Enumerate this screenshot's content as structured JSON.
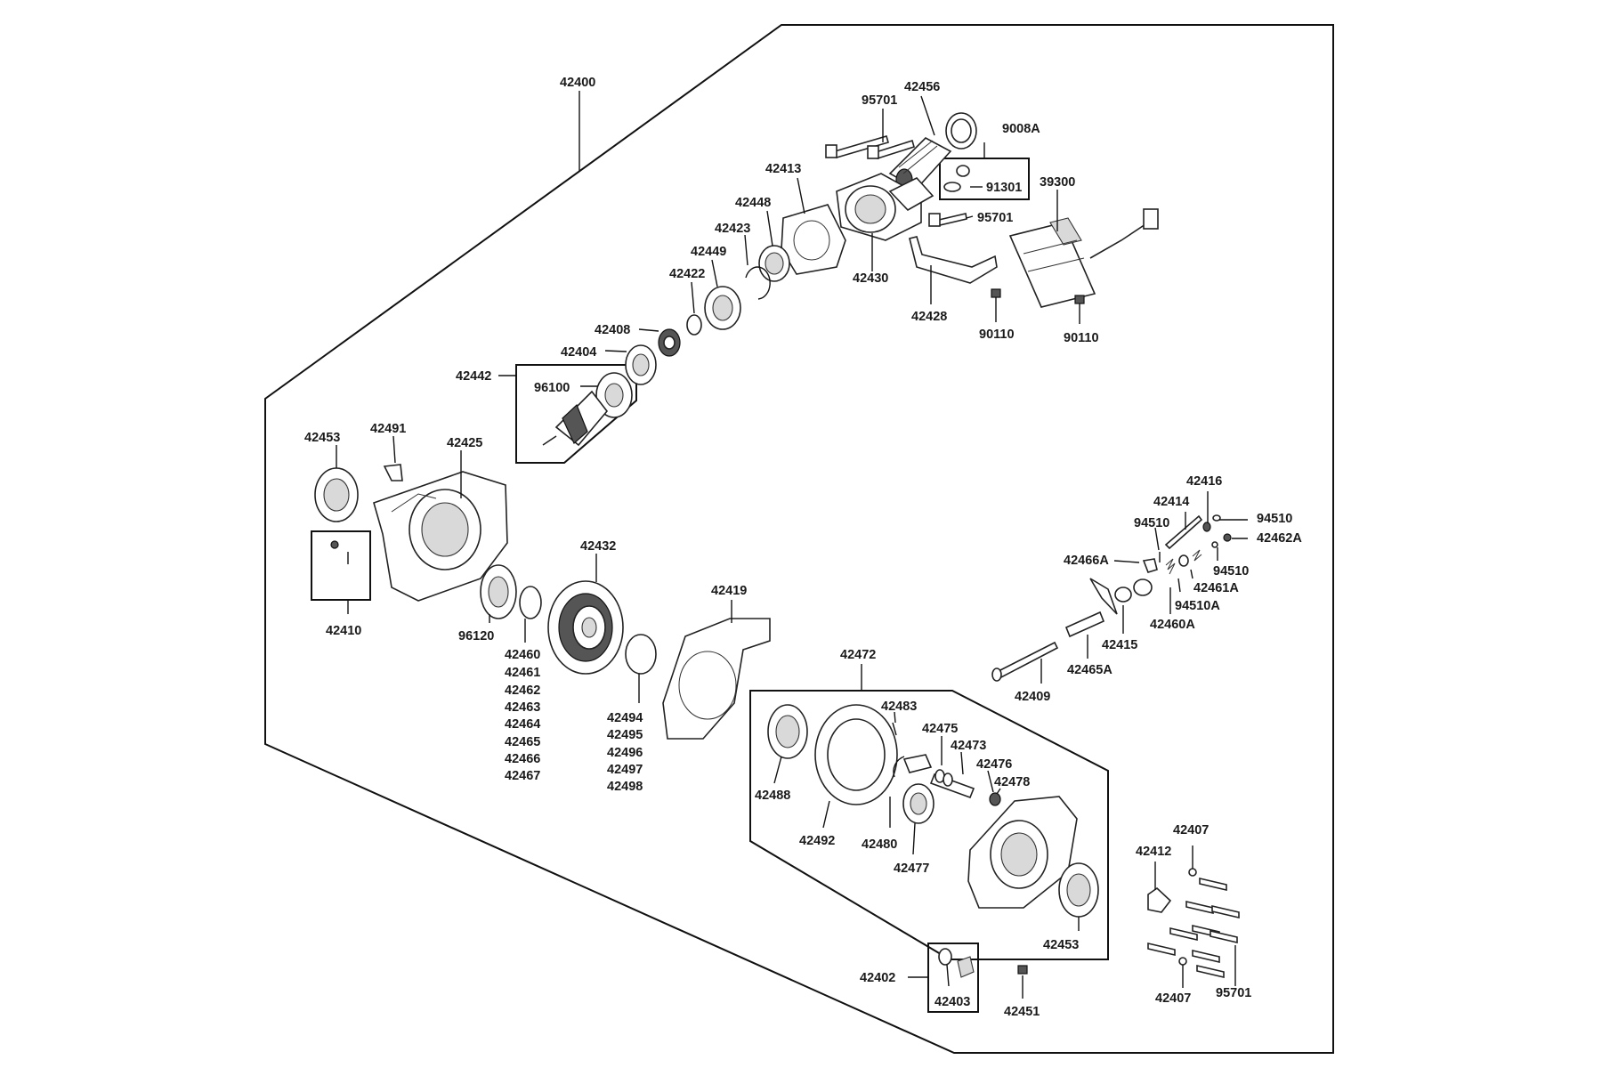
{
  "labels": {
    "l42400": "42400",
    "l42456": "42456",
    "l95701a": "95701",
    "l9008A": "9008A",
    "l91301": "91301",
    "l39300": "39300",
    "l42413": "42413",
    "l95701b": "95701",
    "l42448": "42448",
    "l42423": "42423",
    "l42449": "42449",
    "l42430": "42430",
    "l42422": "42422",
    "l42428": "42428",
    "l90110a": "90110",
    "l90110b": "90110",
    "l42408": "42408",
    "l42404": "42404",
    "l42442": "42442",
    "l96100": "96100",
    "l42453a": "42453",
    "l42491": "42491",
    "l42425": "42425",
    "l42410": "42410",
    "l42432": "42432",
    "l96120": "96120",
    "l42460": "42460",
    "l42461": "42461",
    "l42462": "42462",
    "l42463": "42463",
    "l42464": "42464",
    "l42465": "42465",
    "l42466": "42466",
    "l42467": "42467",
    "l42419": "42419",
    "l42494": "42494",
    "l42495": "42495",
    "l42496": "42496",
    "l42497": "42497",
    "l42498": "42498",
    "l42416": "42416",
    "l42414": "42414",
    "l94510a": "94510",
    "l94510b": "94510",
    "l42462A": "42462A",
    "l94510c": "94510",
    "l42466A": "42466A",
    "l42461A": "42461A",
    "l94510A": "94510A",
    "l42460A": "42460A",
    "l42415": "42415",
    "l42465A": "42465A",
    "l42409": "42409",
    "l42472": "42472",
    "l42483": "42483",
    "l42475": "42475",
    "l42473": "42473",
    "l42476": "42476",
    "l42478": "42478",
    "l42488": "42488",
    "l42492": "42492",
    "l42480": "42480",
    "l42477": "42477",
    "l42453b": "42453",
    "l42407a": "42407",
    "l42412": "42412",
    "l42407b": "42407",
    "l95701c": "95701",
    "l42402": "42402",
    "l42403": "42403",
    "l42451": "42451"
  }
}
